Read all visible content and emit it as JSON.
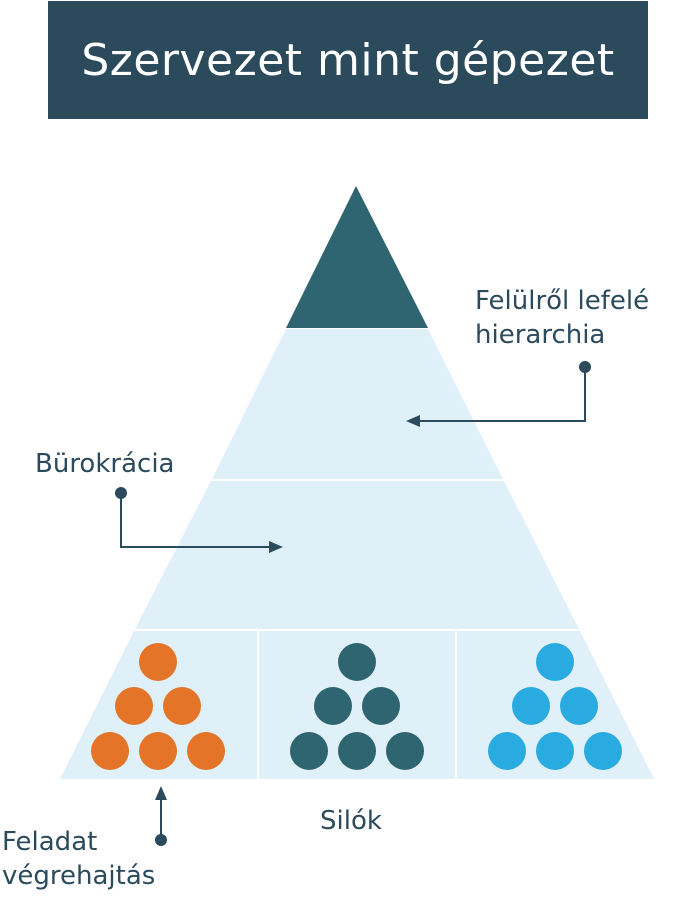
{
  "title": "Szervezet mint gépezet",
  "labels": {
    "hierarchy_line1": "Felülről lefelé",
    "hierarchy_line2": "hierarchia",
    "bureaucracy": "Bürokrácia",
    "silos": "Silók",
    "task_line1": "Feladat",
    "task_line2": "végrehajtás"
  },
  "colors": {
    "title_bg": "#2b4b5c",
    "apex": "#2e6570",
    "tier": "#dff0f9",
    "ink": "#2b4b5c",
    "silo_orange": "#e47428",
    "silo_teal": "#2e6570",
    "silo_blue": "#29abe2"
  },
  "silos": [
    {
      "name": "silo-orange",
      "color": "#e47428"
    },
    {
      "name": "silo-teal",
      "color": "#2e6570"
    },
    {
      "name": "silo-blue",
      "color": "#29abe2"
    }
  ]
}
